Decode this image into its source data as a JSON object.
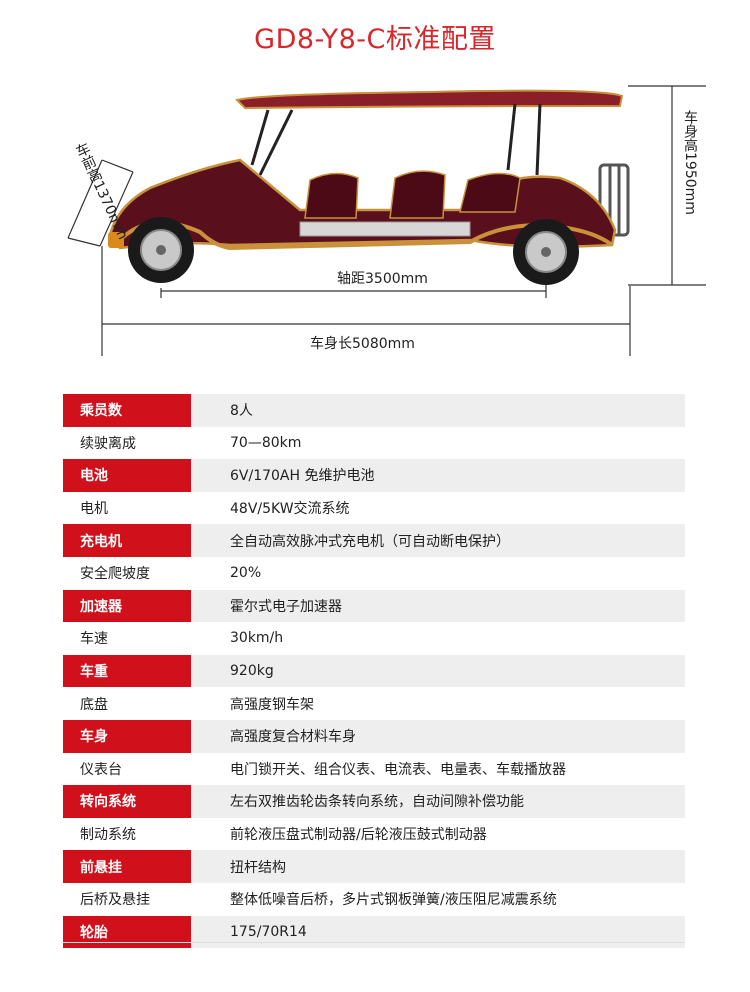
{
  "title": "GD8-Y8-C标准配置",
  "dimensions": {
    "height": "车身高1950mm",
    "front_height": "车前高1370mm",
    "wheelbase": "轴距3500mm",
    "length": "车身长5080mm"
  },
  "car_image": {
    "description": "vehicle-photo",
    "body_color": "#5a0f1c",
    "trim_color": "#c8913a"
  },
  "colors": {
    "accent": "#d0101a",
    "title": "#d8262b",
    "row_bg": "#eeeeee"
  },
  "specs": [
    {
      "label": "乘员数",
      "value": "8人",
      "style": "red"
    },
    {
      "label": "续驶离成",
      "value": "70—80km",
      "style": "white"
    },
    {
      "label": "电池",
      "value": "6V/170AH 免维护电池",
      "style": "red"
    },
    {
      "label": "电机",
      "value": "48V/5KW交流系统",
      "style": "white"
    },
    {
      "label": "充电机",
      "value": "全自动高效脉冲式充电机（可自动断电保护）",
      "style": "red"
    },
    {
      "label": "安全爬坡度",
      "value": "20%",
      "style": "white"
    },
    {
      "label": "加速器",
      "value": "霍尔式电子加速器",
      "style": "red"
    },
    {
      "label": "车速",
      "value": "30km/h",
      "style": "white"
    },
    {
      "label": "车重",
      "value": "920kg",
      "style": "red"
    },
    {
      "label": "底盘",
      "value": "高强度钢车架",
      "style": "white"
    },
    {
      "label": "车身",
      "value": "高强度复合材料车身",
      "style": "red"
    },
    {
      "label": "仪表台",
      "value": "电门锁开关、组合仪表、电流表、电量表、车载播放器",
      "style": "white"
    },
    {
      "label": "转向系统",
      "value": "左右双推齿轮齿条转向系统，自动间隙补偿功能",
      "style": "red"
    },
    {
      "label": "制动系统",
      "value": "前轮液压盘式制动器/后轮液压鼓式制动器",
      "style": "white"
    },
    {
      "label": "前悬挂",
      "value": "扭杆结构",
      "style": "red"
    },
    {
      "label": "后桥及悬挂",
      "value": "整体低噪音后桥，多片式钢板弹簧/液压阻尼减震系统",
      "style": "white"
    },
    {
      "label": "轮胎",
      "value": "175/70R14",
      "style": "red"
    }
  ]
}
